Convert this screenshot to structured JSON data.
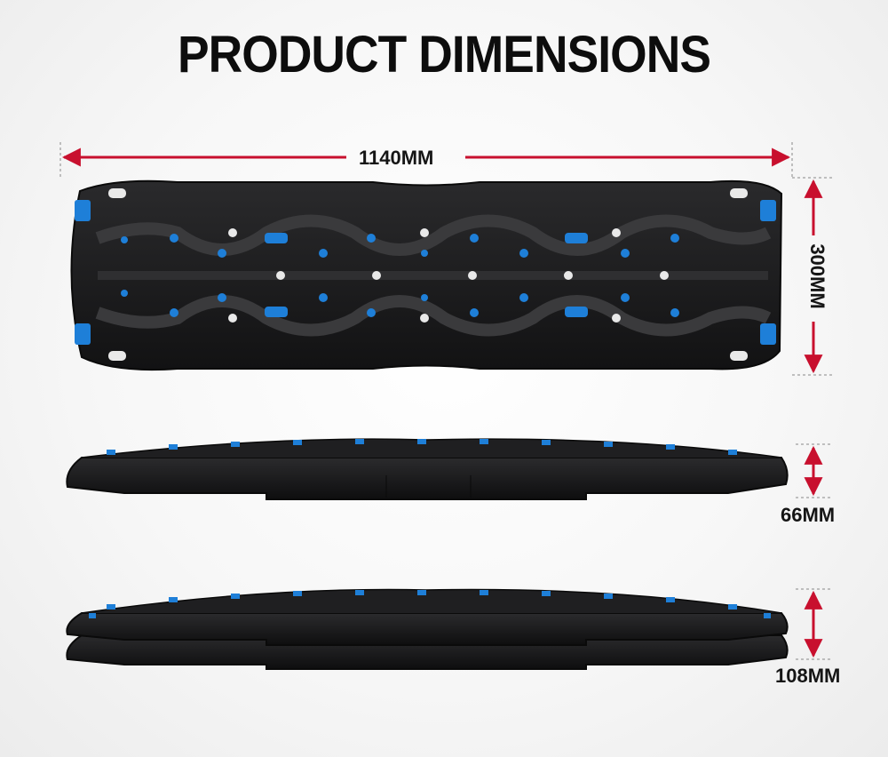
{
  "title": "PRODUCT DIMENSIONS",
  "dimensions": {
    "width": "1140MM",
    "length": "300MM",
    "height": "66MM",
    "stacked_height": "108MM"
  },
  "colors": {
    "arrow": "#c8102e",
    "board": "#1b1b1d",
    "accent_blue": "#1e7fd8"
  }
}
